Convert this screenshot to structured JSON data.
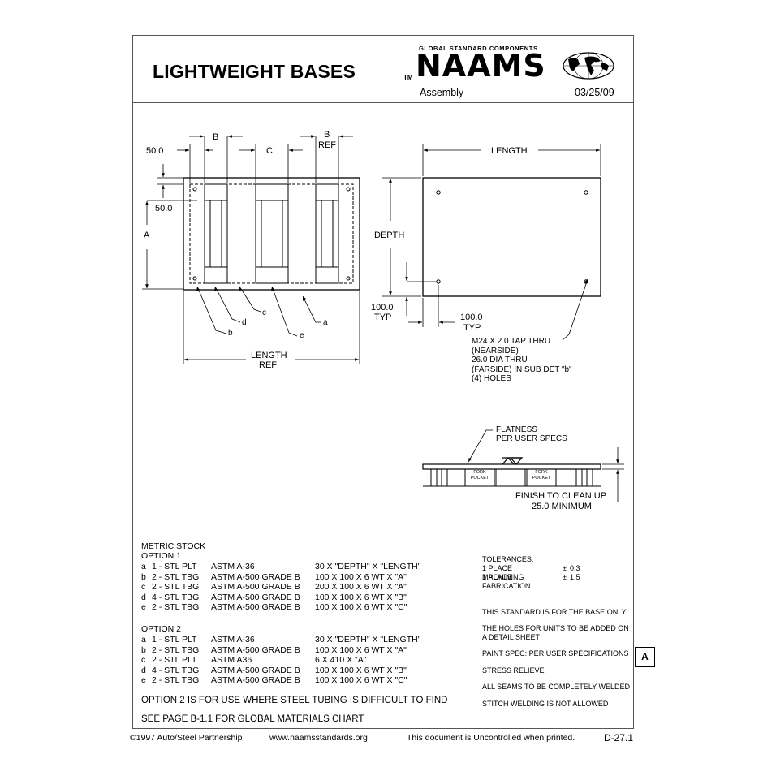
{
  "header": {
    "title": "LIGHTWEIGHT BASES",
    "brand_tagline": "GLOBAL STANDARD COMPONENTS",
    "tm": "TM",
    "brand": "NAAMS",
    "subtitle": "Assembly",
    "date": "03/25/09"
  },
  "plan_view": {
    "dim_b": "B",
    "dim_c": "C",
    "dim_b_ref_1": "B",
    "dim_b_ref_2": "REF",
    "dim_50_top": "50.0",
    "dim_50_left": "50.0",
    "dim_a": "A",
    "callouts": [
      "b",
      "d",
      "c",
      "e",
      "a"
    ],
    "length_ref_1": "LENGTH",
    "length_ref_2": "REF"
  },
  "plate_view": {
    "length": "LENGTH",
    "depth": "DEPTH",
    "dim_100_left_1": "100.0",
    "dim_100_left_2": "TYP",
    "dim_100_right_1": "100.0",
    "dim_100_right_2": "TYP",
    "hole_note": [
      "M24 X 2.0 TAP THRU",
      "(NEARSIDE)",
      "26.0 DIA THRU",
      "(FARSIDE) IN SUB DET \"b\"",
      "(4) HOLES"
    ]
  },
  "side_view": {
    "flatness_1": "FLATNESS",
    "flatness_2": "PER USER SPECS",
    "fork_1": "FORK",
    "fork_2": "POCKET",
    "finish_1": "FINISH TO CLEAN UP",
    "finish_2": "25.0 MINIMUM"
  },
  "materials": {
    "heading": "METRIC STOCK",
    "option1": {
      "label": "OPTION 1",
      "rows": [
        {
          "item": "a",
          "qty": "1 - STL PLT",
          "spec": "ASTM A-36",
          "size": "30 X \"DEPTH\" X \"LENGTH\""
        },
        {
          "item": "b",
          "qty": "2 - STL TBG",
          "spec": "ASTM A-500 GRADE B",
          "size": "100 X 100 X 6 WT X \"A\""
        },
        {
          "item": "c",
          "qty": "2 - STL TBG",
          "spec": "ASTM A-500 GRADE B",
          "size": "200 X 100 X 6 WT X \"A\""
        },
        {
          "item": "d",
          "qty": "4 - STL TBG",
          "spec": "ASTM A-500 GRADE B",
          "size": "100 X 100 X 6 WT X \"B\""
        },
        {
          "item": "e",
          "qty": "2 - STL TBG",
          "spec": "ASTM A-500 GRADE B",
          "size": "100 X 100 X 6 WT X \"C\""
        }
      ]
    },
    "option2": {
      "label": "OPTION 2",
      "rows": [
        {
          "item": "a",
          "qty": "1 - STL PLT",
          "spec": "ASTM A-36",
          "size": "30 X \"DEPTH\" X \"LENGTH\""
        },
        {
          "item": "b",
          "qty": "2 - STL TBG",
          "spec": "ASTM A-500 GRADE B",
          "size": "100 X 100 X 6 WT X \"A\""
        },
        {
          "item": "c",
          "qty": "2 - STL PLT",
          "spec": "ASTM A36",
          "size": "6 X 410 X \"A\""
        },
        {
          "item": "d",
          "qty": "4 - STL TBG",
          "spec": "ASTM A-500 GRADE B",
          "size": "100 X 100 X 6 WT X \"B\""
        },
        {
          "item": "e",
          "qty": "2 - STL TBG",
          "spec": "ASTM A-500 GRADE B",
          "size": "100 X 100 X 6 WT X \"C\""
        }
      ]
    },
    "note1": "OPTION 2 IS FOR USE WHERE STEEL TUBING IS DIFFICULT TO FIND",
    "note2": "SEE PAGE B-1.1 FOR GLOBAL MATERIALS CHART"
  },
  "tolerances": {
    "heading": "TOLERANCES:",
    "rows": [
      {
        "label": "1 PLACE MACHINING",
        "sym": "±",
        "value": "0.3"
      },
      {
        "label": "1 PLACE FABRICATION",
        "sym": "±",
        "value": "1.5"
      }
    ]
  },
  "notes": [
    "THIS STANDARD IS FOR THE BASE ONLY",
    "THE HOLES FOR UNITS TO BE ADDED ON",
    "A DETAIL SHEET",
    "PAINT SPEC: PER USER SPECIFICATIONS",
    "STRESS RELIEVE",
    "ALL SEAMS TO BE COMPLETELY WELDED",
    "STITCH WELDING IS NOT ALLOWED"
  ],
  "revision": "A",
  "footer": {
    "copyright": "©1997 Auto/Steel Partnership",
    "website": "www.naamsstandards.org",
    "disclaimer": "This document is Uncontrolled when printed.",
    "page": "D-27.1"
  }
}
